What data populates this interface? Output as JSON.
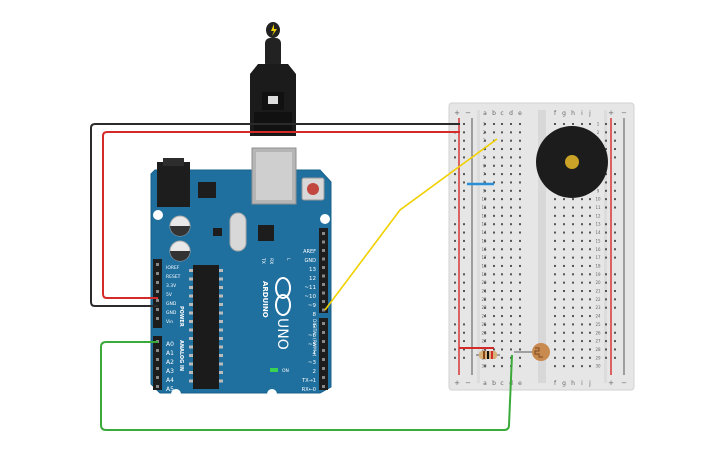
{
  "arduino": {
    "brand": "ARDUINO",
    "model": "UNO",
    "on_label": "ON",
    "led_l": "L",
    "led_tx": "TX",
    "led_rx": "RX",
    "digital_label": "DIGITAL (PWM~)",
    "analog_label": "ANALOG IN",
    "power_label": "POWER",
    "power_pins": [
      "IOREF",
      "RESET",
      "3.3V",
      "5V",
      "GND",
      "GND",
      "Vin"
    ],
    "analog_pins": [
      "A0",
      "A1",
      "A2",
      "A3",
      "A4",
      "A5"
    ],
    "top_pins": [
      "AREF",
      "GND",
      "13",
      "12",
      "~11",
      "~10",
      "~9",
      "8"
    ],
    "bottom_pins": [
      "7",
      "~6",
      "~5",
      "4",
      "~3",
      "2",
      "TX→1",
      "RX←0"
    ]
  },
  "breadboard": {
    "col_left": [
      "a",
      "b",
      "c",
      "d",
      "e"
    ],
    "col_right": [
      "f",
      "g",
      "h",
      "i",
      "j"
    ],
    "plus": "+",
    "minus": "−",
    "row_numbers": [
      "1",
      "2",
      "3",
      "4",
      "5",
      "6",
      "7",
      "8",
      "9",
      "10",
      "11",
      "12",
      "13",
      "14",
      "15",
      "16",
      "17",
      "18",
      "19",
      "20",
      "21",
      "22",
      "23",
      "24",
      "25",
      "26",
      "27",
      "28",
      "29",
      "30"
    ]
  },
  "colors": {
    "board": "#1f6f9f",
    "breadboard": "#e6e6e6",
    "wire_red": "#d42a2a",
    "wire_black": "#2b2b2b",
    "wire_yellow": "#f0d000",
    "wire_green": "#3aaa3a",
    "jumper_blue": "#2a8fd8"
  },
  "icons": {
    "usb": "usb-plug-icon",
    "buzzer": "piezo-buzzer-icon",
    "photoresistor": "photoresistor-icon",
    "resistor": "resistor-icon"
  }
}
